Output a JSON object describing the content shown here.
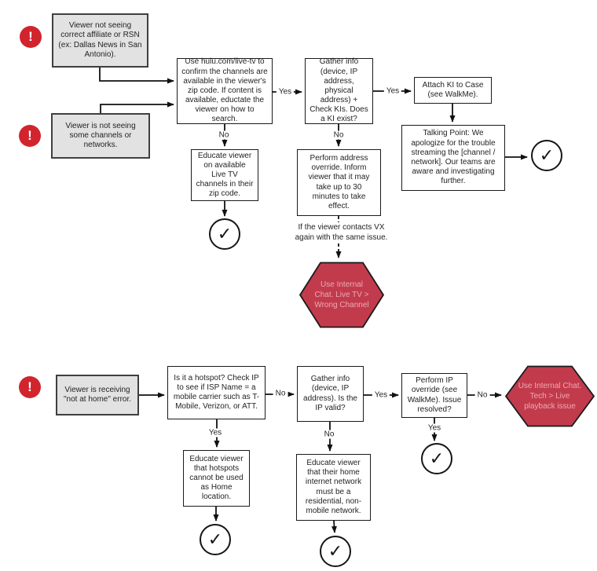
{
  "labels": {
    "yes": "Yes",
    "no": "No"
  },
  "icons": {
    "alert": "!",
    "check": "✓"
  },
  "colors": {
    "alert_red": "#d1242d",
    "hexagon_red": "#c23b4c",
    "hexagon_text": "#ecaab2",
    "gray_box_fill": "#e2e2e2",
    "line_black": "#111111"
  },
  "flow1": {
    "alert1_text": "Viewer not seeing correct affiliate or RSN (ex: Dallas News in San Antonio).",
    "alert2_text": "Viewer is not seeing some channels or networks.",
    "confirm_box": "Use hulu.com/live-tv to confirm the channels are available in the viewer's zip code. If content is available, eductate the viewer on how to search.",
    "gather_box": "Gather info (device, IP address, physical address)  + Check KIs. Does a KI exist?",
    "attach_box": "Attach KI to Case (see WalkMe).",
    "talking_box": "Talking Point: We apologize for the trouble streaming the [channel / network]. Our teams are aware and investigating further.",
    "educate_zip_box": "Educate viewer on available Live TV channels in their zip code.",
    "address_override_box": "Perform address override. Inform viewer that it may take up to 30 minutes to take effect.",
    "recontact_note": "If the viewer contacts VX again with the same issue.",
    "escalation_hex": "Use Internal Chat. Live TV > Wrong Channel"
  },
  "flow2": {
    "alert_text": "Viewer is receiving \"not at home\" error.",
    "hotspot_box": "Is it a hotspot?  Check IP to see if ISP Name = a mobile carrier such as T-Mobile, Verizon, or ATT.",
    "gather_box": "Gather info (device, IP address). Is the IP valid?",
    "ip_override_box": "Perform IP override (see WalkMe). Issue resolved?",
    "educate_hotspot_box": "Educate viewer that hotspots cannot be used as Home location.",
    "educate_network_box": "Educate viewer that their home internet network must be a residential, non-mobile network.",
    "escalation_hex": "Use Internal Chat. Tech > Live playback issue"
  }
}
